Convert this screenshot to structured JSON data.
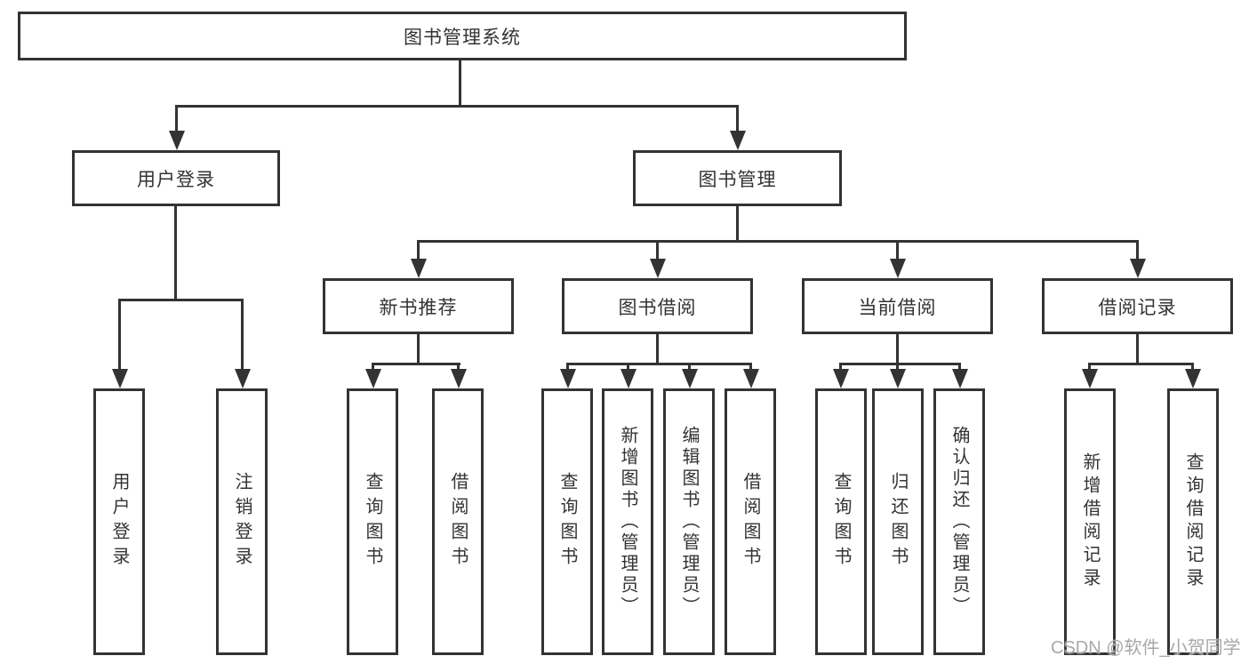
{
  "diagram": {
    "title": "图书管理系统",
    "type": "hierarchy-tree"
  },
  "nodes": {
    "root": {
      "label": "图书管理系统"
    },
    "user_login": {
      "label": "用户登录"
    },
    "book_mgmt": {
      "label": "图书管理"
    },
    "new_book_rec": {
      "label": "新书推荐"
    },
    "book_borrow": {
      "label": "图书借阅"
    },
    "current_borrow": {
      "label": "当前借阅"
    },
    "borrow_records": {
      "label": "借阅记录"
    },
    "ul_user_login": {
      "label": "用户登录"
    },
    "ul_logout": {
      "label": "注销登录"
    },
    "nb_query_book": {
      "label": "查询图书"
    },
    "nb_borrow_book": {
      "label": "借阅图书"
    },
    "bb_query_book": {
      "label": "查询图书"
    },
    "bb_add_book": {
      "label": "新增图书（管理员）"
    },
    "bb_edit_book": {
      "label": "编辑图书（管理员）"
    },
    "bb_borrow_book": {
      "label": "借阅图书"
    },
    "cb_query_book": {
      "label": "查询图书"
    },
    "cb_return_book": {
      "label": "归还图书"
    },
    "cb_confirm_return": {
      "label": "确认归还（管理员）"
    },
    "br_add_record": {
      "label": "新增借阅记录"
    },
    "br_query_record": {
      "label": "查询借阅记录"
    }
  },
  "watermark": {
    "text": "CSDN @软件_小贺同学"
  },
  "colors": {
    "line": "#333333",
    "text": "#333333",
    "background": "#ffffff",
    "watermark": "#a8a8a8"
  }
}
